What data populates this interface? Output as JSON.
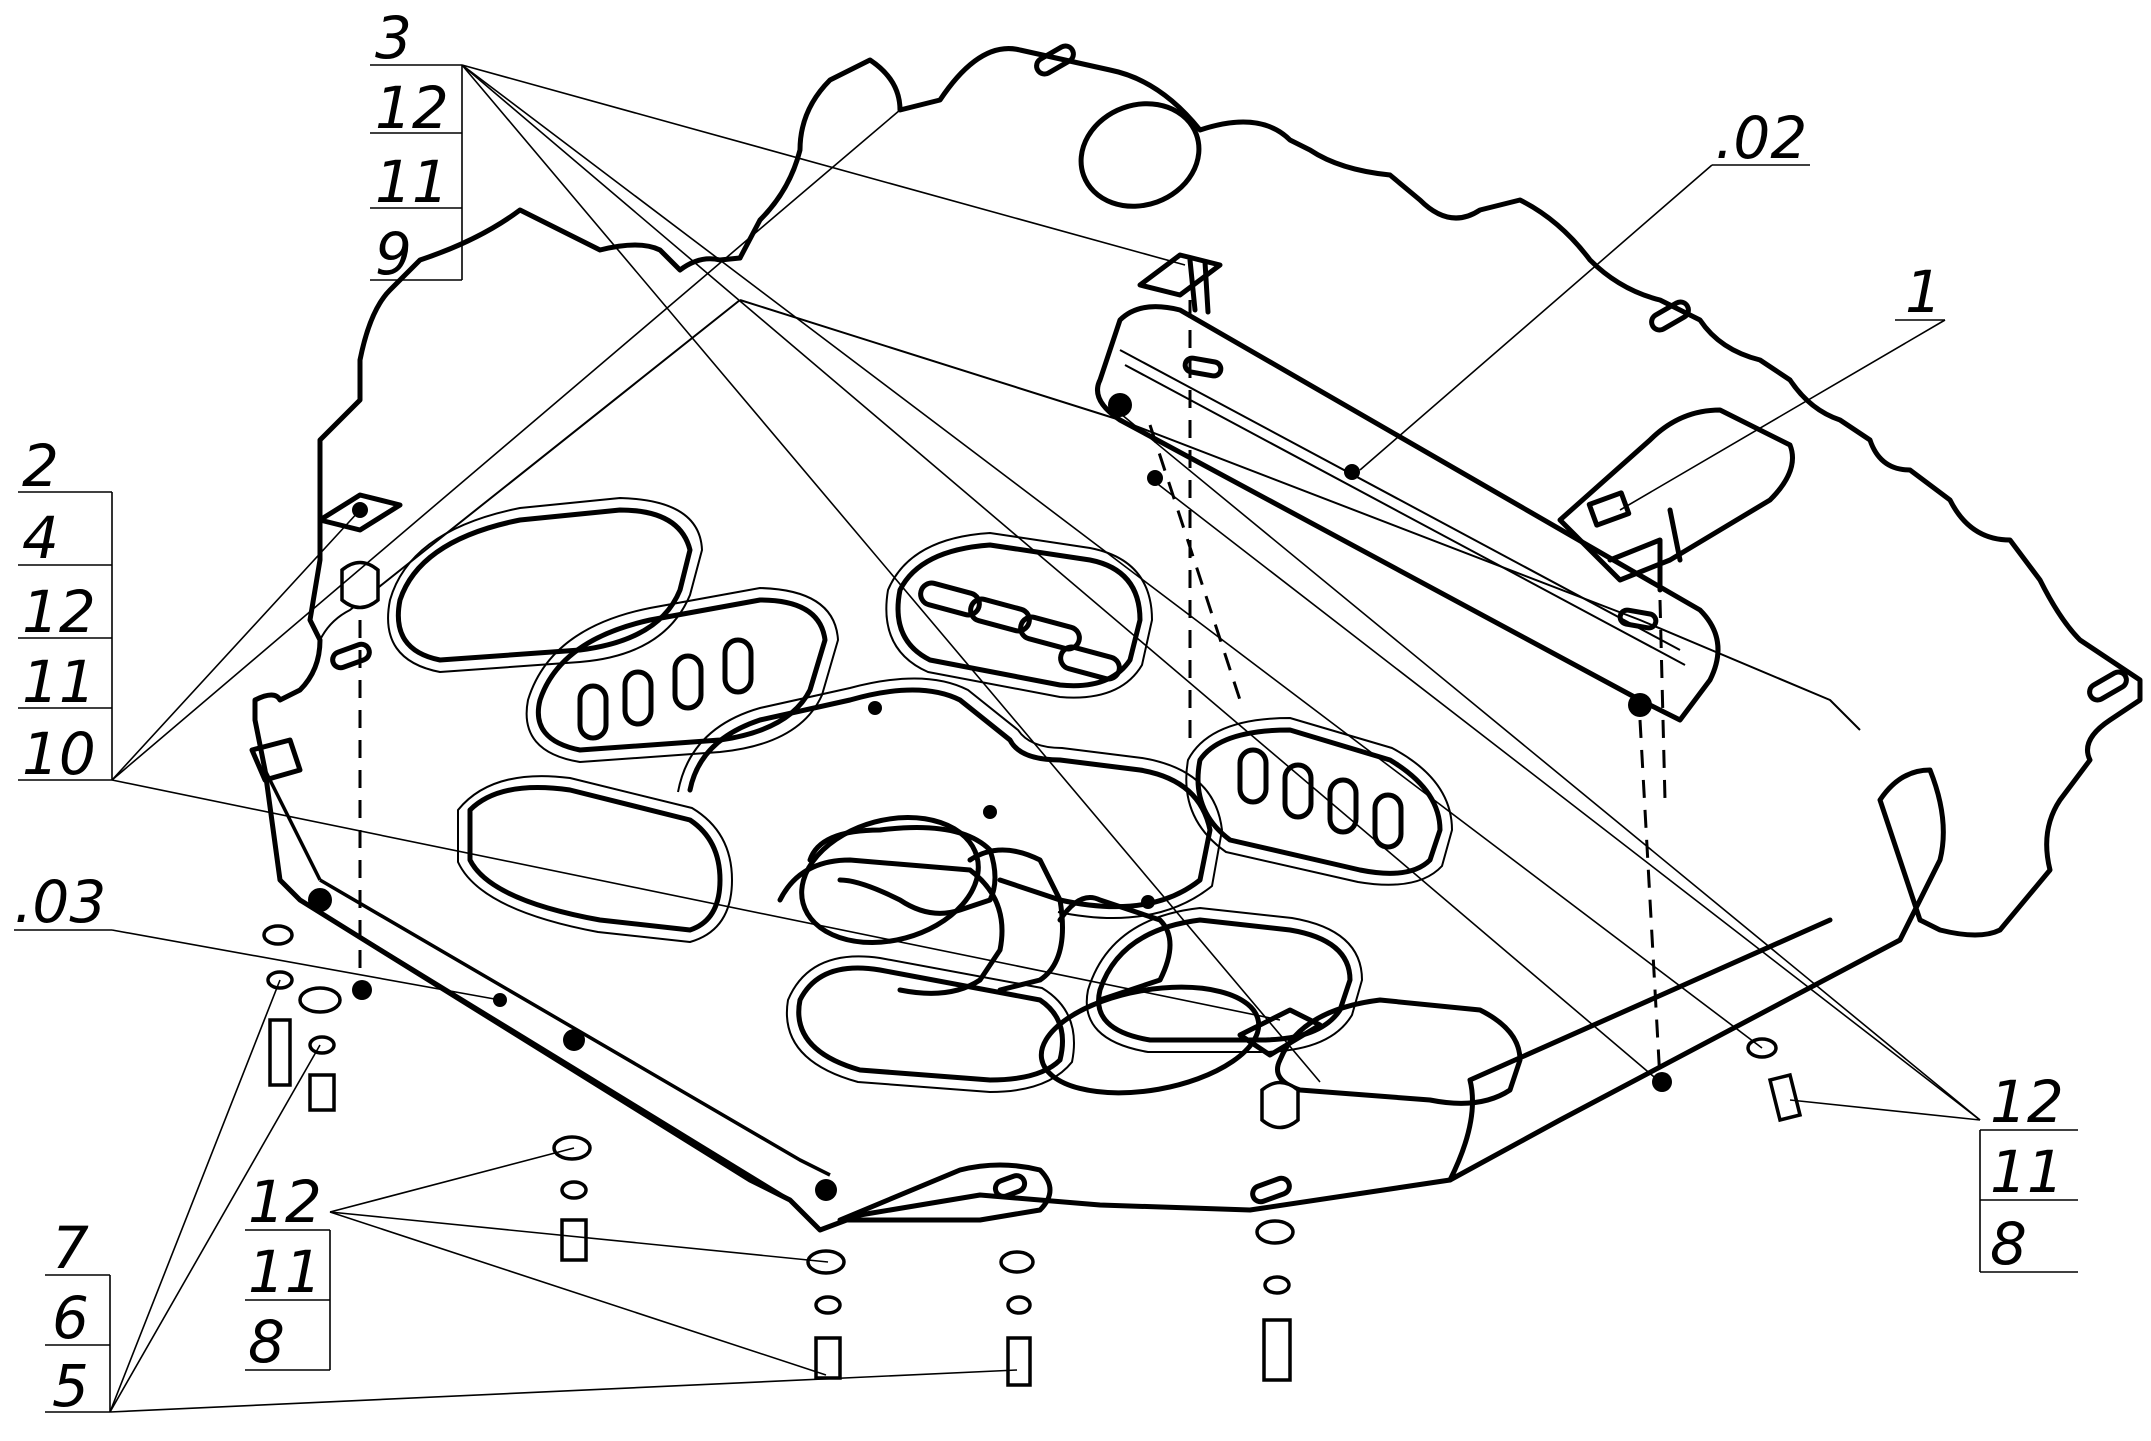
{
  "callouts": {
    "top_stack": [
      "3",
      "12",
      "11",
      "9"
    ],
    "left_stack": [
      "2",
      "4",
      "12",
      "11",
      "10"
    ],
    "part_02": ".02",
    "part_1": "1",
    "part_03": ".03",
    "mid_stack": [
      "12",
      "11",
      "8"
    ],
    "bottom_left_stack": [
      "7",
      "6",
      "5"
    ],
    "right_stack": [
      "12",
      "11",
      "8"
    ]
  }
}
